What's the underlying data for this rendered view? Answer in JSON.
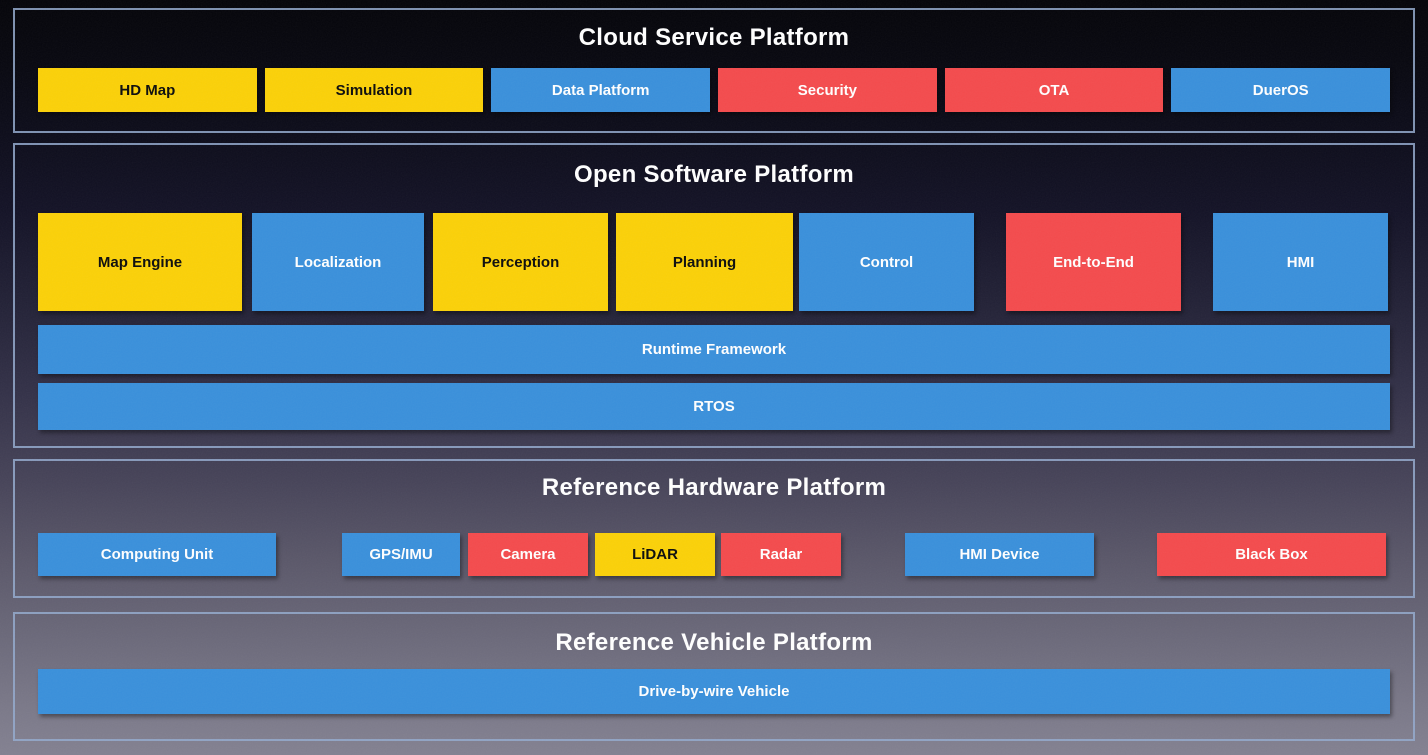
{
  "palette": {
    "yellow": "#FBD108",
    "blue": "#3A90DB",
    "red": "#F44B4D",
    "section_border": "#94AACE",
    "title_text": "#FFFFFF",
    "background_top": "#040409",
    "background_bottom": "#838191"
  },
  "sections": {
    "cloud": {
      "title": "Cloud Service Platform",
      "boxes": [
        {
          "label": "HD Map",
          "color": "yellow"
        },
        {
          "label": "Simulation",
          "color": "yellow"
        },
        {
          "label": "Data Platform",
          "color": "blue"
        },
        {
          "label": "Security",
          "color": "red"
        },
        {
          "label": "OTA",
          "color": "red"
        },
        {
          "label": "DuerOS",
          "color": "blue"
        }
      ]
    },
    "software": {
      "title": "Open Software Platform",
      "modules": [
        {
          "label": "Map Engine",
          "color": "yellow"
        },
        {
          "label": "Localization",
          "color": "blue"
        },
        {
          "label": "Perception",
          "color": "yellow"
        },
        {
          "label": "Planning",
          "color": "yellow"
        },
        {
          "label": "Control",
          "color": "blue"
        },
        {
          "label": "End-to-End",
          "color": "red"
        },
        {
          "label": "HMI",
          "color": "blue"
        }
      ],
      "bars": [
        {
          "label": "Runtime Framework",
          "color": "blue"
        },
        {
          "label": "RTOS",
          "color": "blue"
        }
      ]
    },
    "hardware": {
      "title": "Reference Hardware Platform",
      "boxes": [
        {
          "label": "Computing Unit",
          "color": "blue"
        },
        {
          "label": "GPS/IMU",
          "color": "blue"
        },
        {
          "label": "Camera",
          "color": "red"
        },
        {
          "label": "LiDAR",
          "color": "yellow"
        },
        {
          "label": "Radar",
          "color": "red"
        },
        {
          "label": "HMI Device",
          "color": "blue"
        },
        {
          "label": "Black Box",
          "color": "red"
        }
      ]
    },
    "vehicle": {
      "title": "Reference Vehicle Platform",
      "bars": [
        {
          "label": "Drive-by-wire Vehicle",
          "color": "blue"
        }
      ]
    }
  }
}
